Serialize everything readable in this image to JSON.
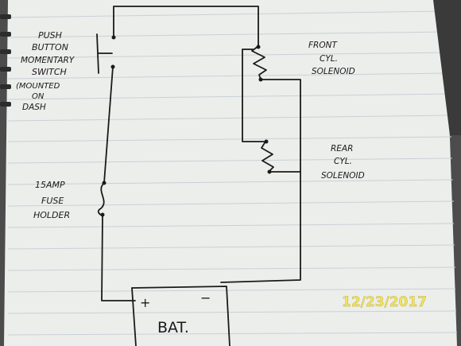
{
  "labels": {
    "switch_line1": "PUSH",
    "switch_line2": "BUTTON",
    "switch_line3": "MOMENTARY",
    "switch_line4": "SWITCH",
    "mount_line1": "(MOUNTED",
    "mount_line2": "ON",
    "mount_line3": "DASH",
    "front_line1": "FRONT",
    "front_line2": "CYL.",
    "front_line3": "SOLENOID",
    "rear_line1": "REAR",
    "rear_line2": "CYL.",
    "rear_line3": "SOLENOID",
    "fuse_line1": "15AMP",
    "fuse_line2": "FUSE",
    "fuse_line3": "HOLDER",
    "battery": "BAT.",
    "battery_plus": "+",
    "battery_minus": "−"
  },
  "date_stamp": "12/23/2017",
  "colors": {
    "paper": "#eef0ee",
    "rule_line": "#c8d0d6",
    "ink": "#1a1a1a",
    "stamp": "#f2e45a"
  }
}
